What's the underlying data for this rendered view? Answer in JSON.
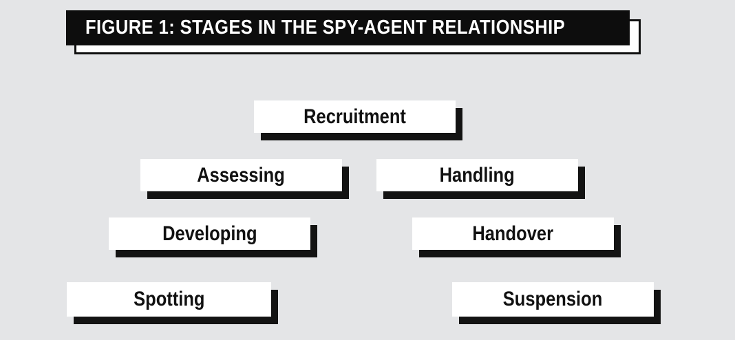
{
  "figure": {
    "title": "FIGURE 1: STAGES IN THE SPY-AGENT RELATIONSHIP"
  },
  "stages": [
    {
      "label": "Recruitment"
    },
    {
      "label": "Assessing"
    },
    {
      "label": "Handling"
    },
    {
      "label": "Developing"
    },
    {
      "label": "Handover"
    },
    {
      "label": "Spotting"
    },
    {
      "label": "Suspension"
    }
  ],
  "colors": {
    "background": "#e4e5e7",
    "box_fill": "#ffffff",
    "box_shadow": "#131313",
    "title_bar_fill": "#0d0d0d",
    "title_text": "#ffffff",
    "label_text": "#111111"
  }
}
